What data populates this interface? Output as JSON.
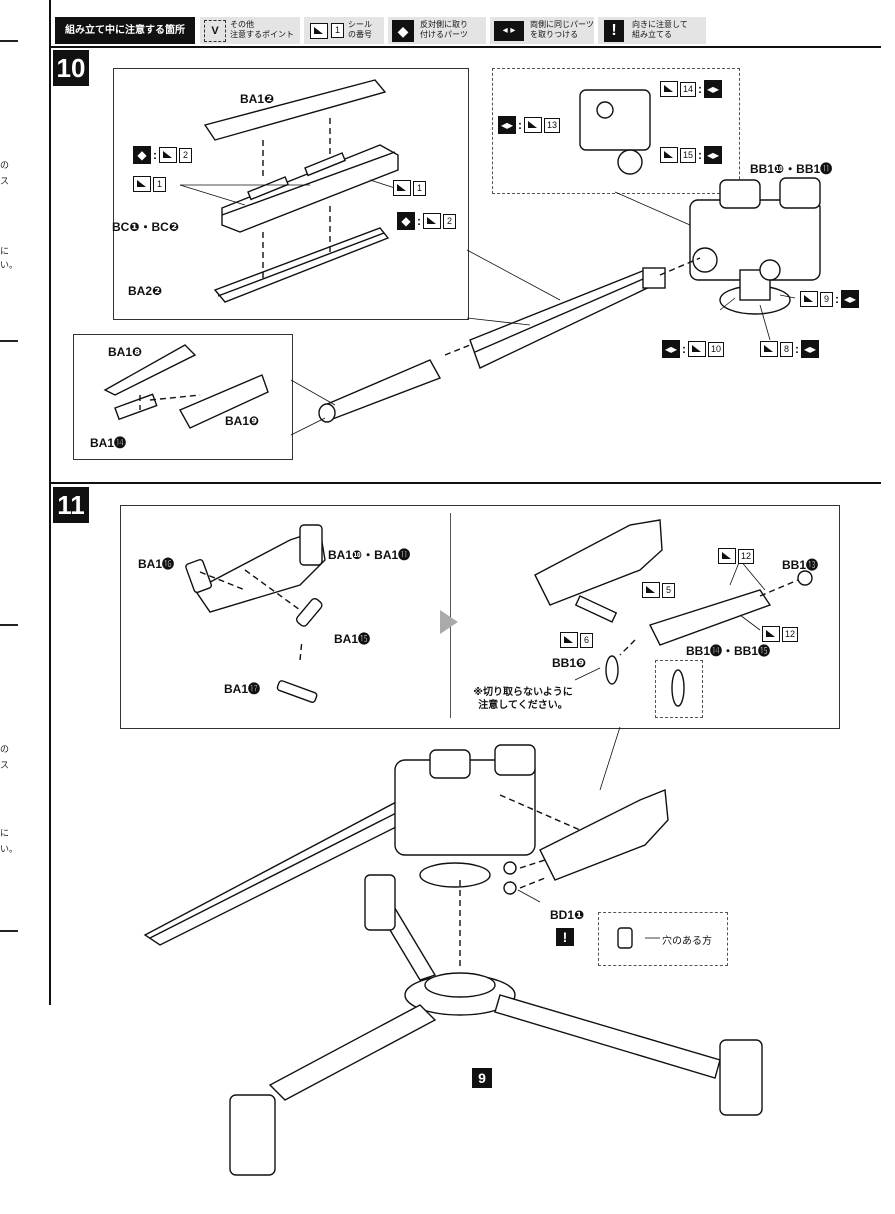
{
  "legend": {
    "title": "組み立て中に注意する箇所",
    "items": [
      {
        "id": "other",
        "icon": "dashed-v-icon",
        "text": "その他\n注意するポイント"
      },
      {
        "id": "sticker",
        "icon": "sticker-icon",
        "num": "1",
        "text": "シール\nの番号"
      },
      {
        "id": "reverse",
        "icon": "reverse-side-icon",
        "text": "反対側に取り\n付けるパーツ"
      },
      {
        "id": "both",
        "icon": "both-sides-icon",
        "text": "両側に同じパーツ\nを取りつける"
      },
      {
        "id": "orient",
        "icon": "exclamation-icon",
        "symbol": "!",
        "text": "向きに注意して\n組み立てる"
      }
    ]
  },
  "left_margin": {
    "fragments": [
      "の",
      "ス",
      "に",
      "い。",
      "の",
      "ス",
      "に",
      "い。"
    ]
  },
  "step10": {
    "number": "10",
    "labels": {
      "ba1_2": "BA1❷",
      "bc": "BC❶・BC❷",
      "ba2_2": "BA2❷",
      "ba1_8": "BA1❽",
      "ba1_9": "BA1❾",
      "ba1_14": "BA1⓮",
      "bb1_10_11": "BB1❿・BB1⓫"
    },
    "stickers": {
      "s1a": "1",
      "s1b": "1",
      "s2a": "2",
      "s2b": "2",
      "s13": "13",
      "s14": "14",
      "s15": "15",
      "s9": "9",
      "s8": "8",
      "s10": "10"
    }
  },
  "step11": {
    "number": "11",
    "labels": {
      "ba1_16": "BA1⓰",
      "ba1_10_11": "BA1❿・BA1⓫",
      "ba1_15": "BA1⓯",
      "ba1_17": "BA1⓱",
      "bb1_13": "BB1⓭",
      "bb1_9": "BB1❾",
      "bb1_14_15": "BB1⓮・BB1⓯",
      "bd1_1": "BD1❶",
      "hole_side": "穴のある方",
      "ref_step": "9"
    },
    "stickers": {
      "s12a": "12",
      "s12b": "12",
      "s5": "5",
      "s6": "6"
    },
    "note": "※切り取らないように\n注意してください。",
    "orient_symbol": "!"
  }
}
